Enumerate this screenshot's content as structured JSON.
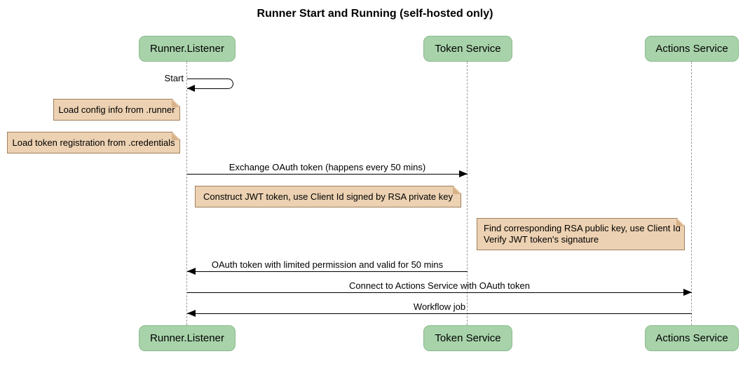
{
  "title": "Runner Start and Running (self-hosted only)",
  "participants": [
    {
      "name": "Runner.Listener"
    },
    {
      "name": "Token Service"
    },
    {
      "name": "Actions Service"
    }
  ],
  "messages": {
    "start": "Start",
    "exchange_oauth": "Exchange OAuth token (happens every 50 mins)",
    "oauth_return": "OAuth token with limited permission and valid for 50 mins",
    "connect": "Connect to Actions Service with OAuth token",
    "workflow_job": "Workflow job"
  },
  "notes": {
    "load_config": "Load config info from .runner",
    "load_credentials": "Load token registration from .credentials",
    "construct_jwt": "Construct JWT token, use Client Id signed by RSA private key",
    "verify_jwt_line1": "Find corresponding RSA public key, use Client Id",
    "verify_jwt_line2": "Verify JWT token's signature"
  },
  "colors": {
    "participant_fill": "#a8d3aa",
    "participant_border": "#8cba8e",
    "note_fill": "#ecd1b2",
    "note_border": "#a0815f",
    "note_fold": "#d8b289",
    "message_line": "#000000",
    "lifeline": "#9a9a9a"
  }
}
